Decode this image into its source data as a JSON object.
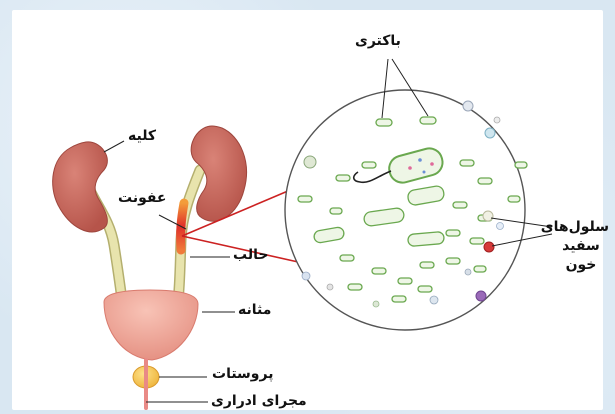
{
  "labels": {
    "bacteria": "باکتری",
    "kidney": "کلیه",
    "infection": "عفونت",
    "ureter": "حالب",
    "bladder": "مثانه",
    "prostate": "پروستات",
    "urethra": "مجرای ادراری",
    "wbc_line1": "سلول‌های",
    "wbc_line2": "سفید خون"
  },
  "colors": {
    "kidney": "#c8665a",
    "bladder": "#f0a89a",
    "ureter": "#e4e1a8",
    "infection": "#e0302a",
    "prostate": "#f5c653",
    "bacteria_fill": "#eef6e6",
    "bacteria_stroke": "#6aa84f"
  }
}
